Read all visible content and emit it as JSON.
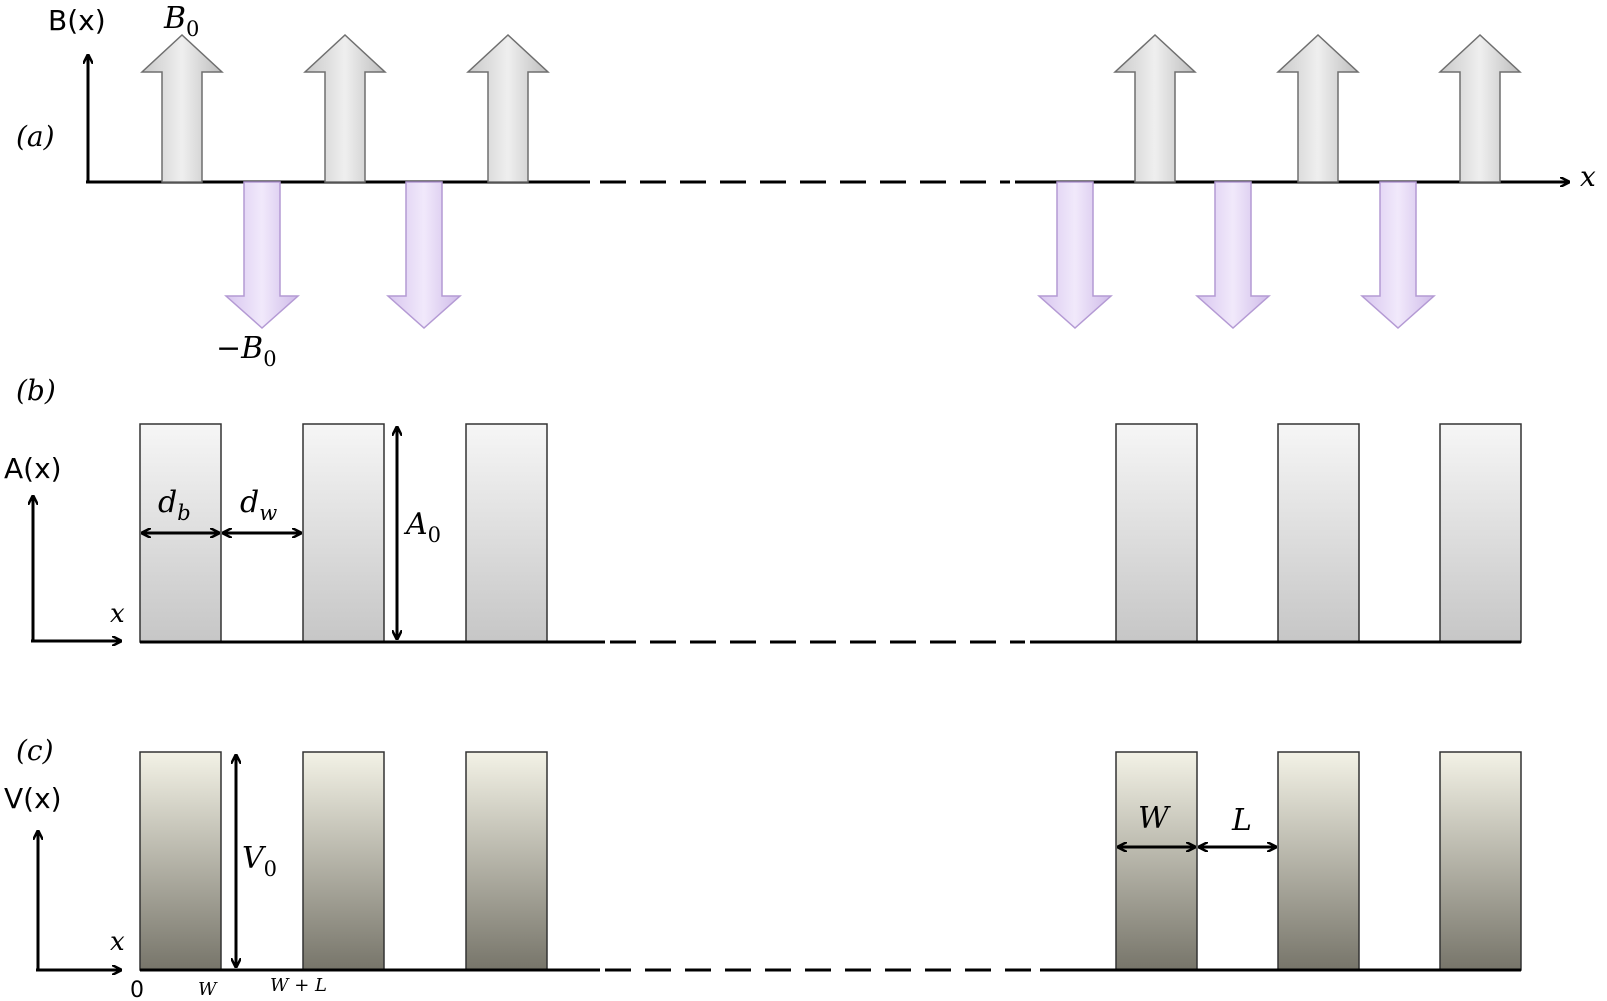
{
  "panel_a": {
    "tag": "(a)",
    "y_axis_label": "B(x)",
    "x_axis_label": "x",
    "up_label": "B",
    "up_label_sub": "0",
    "down_label": "−B",
    "down_label_sub": "0",
    "up_color": "#d6d6d6",
    "down_color": "#e2d3f3"
  },
  "panel_b": {
    "tag": "(b)",
    "y_axis_label": "A(x)",
    "x_axis_label": "x",
    "db_label": "d",
    "db_sub": "b",
    "dw_label": "d",
    "dw_sub": "w",
    "height_label": "A",
    "height_sub": "0",
    "bar_color_top": "#f5f5f5",
    "bar_color_bottom": "#c8c8c8"
  },
  "panel_c": {
    "tag": "(c)",
    "y_axis_label": "V(x)",
    "x_axis_label": "x",
    "height_label": "V",
    "height_sub": "0",
    "width_label": "W",
    "gap_label": "L",
    "tick_zero": "0",
    "tick_w": "W",
    "tick_wl": "W + L",
    "bar_color_top": "#f2f1e4",
    "bar_color_bottom": "#78766b"
  }
}
